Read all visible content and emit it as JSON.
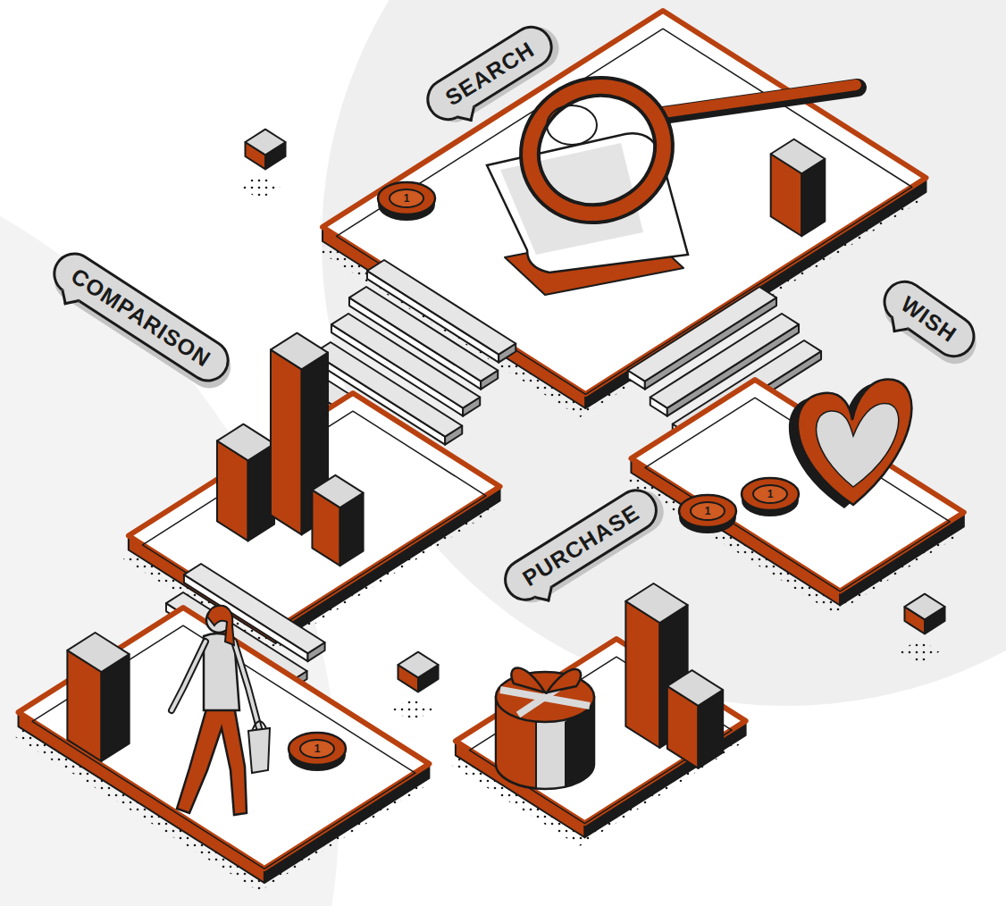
{
  "diagram": {
    "nodes": [
      {
        "text": [
          "SEARCH"
        ]
      },
      {
        "text": [
          "COMPARISON"
        ]
      },
      {
        "text": [
          "WISH"
        ]
      },
      {
        "text": [
          "PURCHASE"
        ]
      }
    ],
    "labels": [
      "1",
      "1",
      "1",
      "1"
    ]
  }
}
